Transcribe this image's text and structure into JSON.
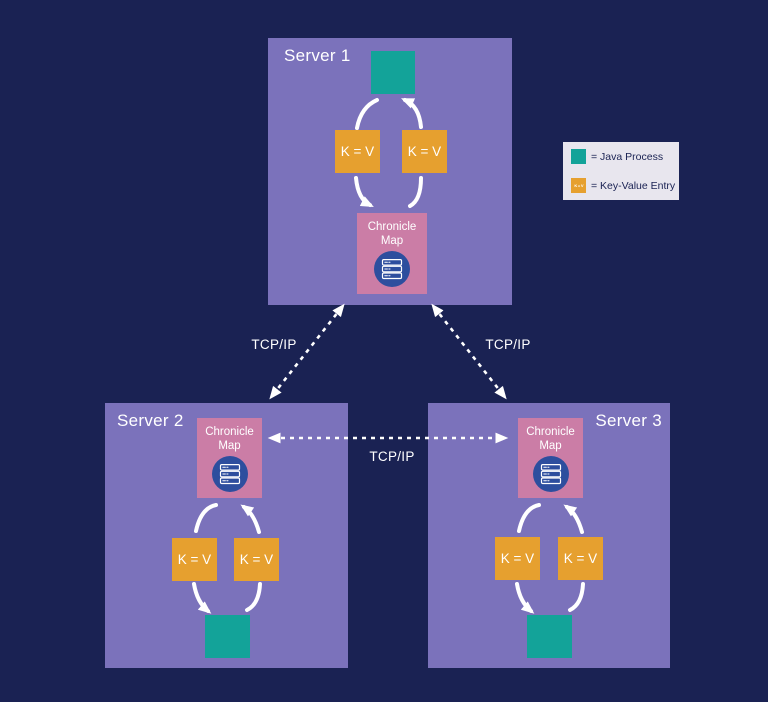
{
  "palette": {
    "background": "#1a2253",
    "server_box": "#7b72bb",
    "java_process": "#13a399",
    "key_value_entry": "#e6a02f",
    "chronicle_map_box": "#cb7da6",
    "icon_circle": "#2d4e9e",
    "arrow": "#ffffff",
    "legend_background": "#e8e6ee",
    "legend_text": "#1a2253"
  },
  "servers": [
    {
      "name": "Server 1",
      "chronicle_label": "Chronicle Map",
      "kv_entries": [
        "K = V",
        "K = V"
      ]
    },
    {
      "name": "Server 2",
      "chronicle_label": "Chronicle Map",
      "kv_entries": [
        "K = V",
        "K = V"
      ]
    },
    {
      "name": "Server 3",
      "chronicle_label": "Chronicle Map",
      "kv_entries": [
        "K = V",
        "K = V"
      ]
    }
  ],
  "connections": [
    {
      "from": "Server 1",
      "to": "Server 2",
      "label": "TCP/IP"
    },
    {
      "from": "Server 1",
      "to": "Server 3",
      "label": "TCP/IP"
    },
    {
      "from": "Server 2",
      "to": "Server 3",
      "label": "TCP/IP"
    }
  ],
  "legend": {
    "items": [
      {
        "icon": "java-process-swatch",
        "label": "= Java Process"
      },
      {
        "icon": "key-value-swatch",
        "swatch_text": "K = V",
        "label": "= Key-Value Entry"
      }
    ]
  }
}
